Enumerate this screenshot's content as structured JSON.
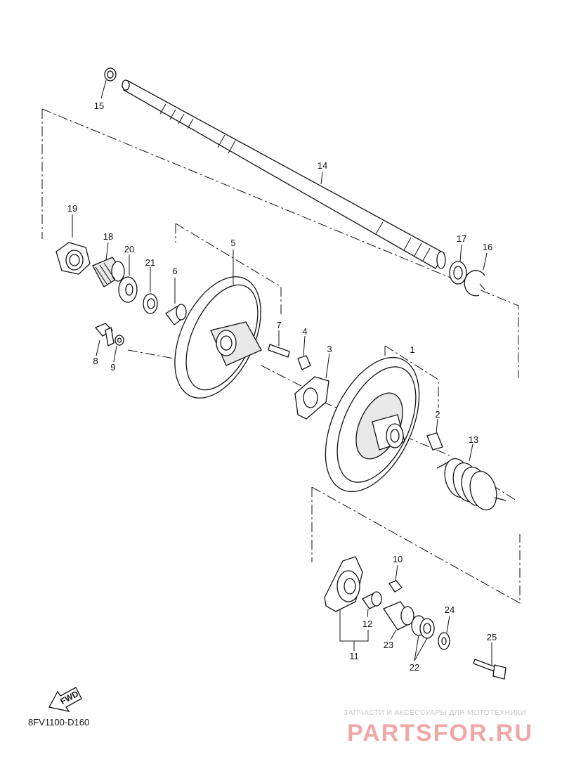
{
  "callouts": {
    "p1": "1",
    "p2": "2",
    "p3": "3",
    "p4": "4",
    "p5": "5",
    "p6": "6",
    "p7": "7",
    "p8": "8",
    "p9": "9",
    "p10": "10",
    "p11": "11",
    "p12": "12",
    "p13": "13",
    "p14": "14",
    "p15": "15",
    "p16": "16",
    "p17": "17",
    "p18": "18",
    "p19": "19",
    "p20": "20",
    "p21": "21",
    "p22": "22",
    "p23": "23",
    "p24": "24",
    "p25": "25"
  },
  "fwd_label": "FWD",
  "diagram_code": "8FV1100-D160",
  "watermark": {
    "caption": "ЗАПЧАСТИ И АКСЕССУАРЫ ДЛЯ МОТОТЕХНИКИ",
    "logo": "PARTSFOR.RU"
  }
}
